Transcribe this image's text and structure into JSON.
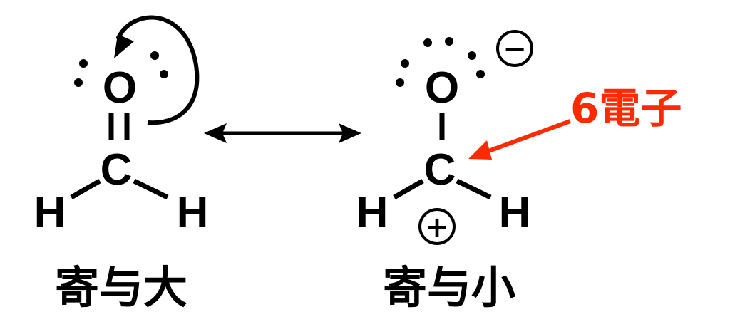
{
  "left_structure": {
    "atoms": {
      "oxygen": "O",
      "carbon": "C",
      "hydrogen_left": "H",
      "hydrogen_right": "H"
    },
    "label": "寄与大"
  },
  "right_structure": {
    "atoms": {
      "oxygen": "O",
      "carbon": "C",
      "hydrogen_left": "H",
      "hydrogen_right": "H"
    },
    "charge_oxygen": "−",
    "charge_carbon": "+",
    "label": "寄与小"
  },
  "annotation": {
    "text": "6電子",
    "color": "#ff2a00"
  }
}
